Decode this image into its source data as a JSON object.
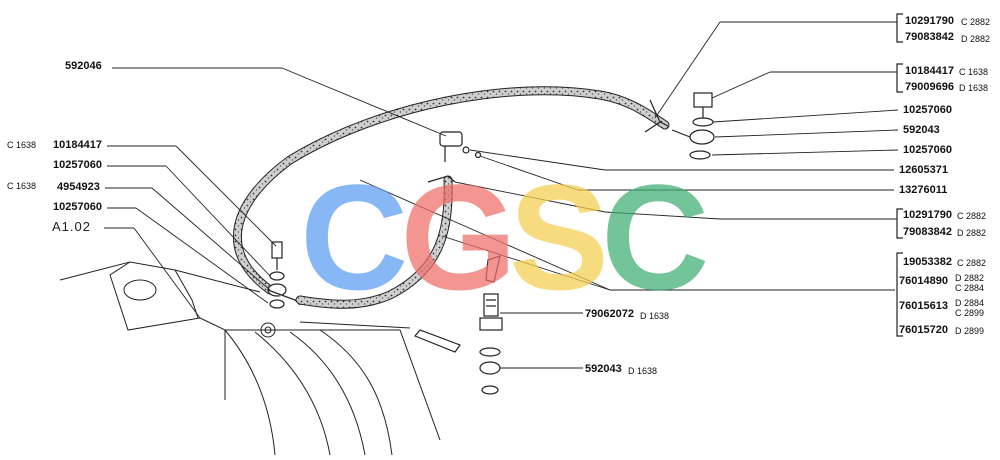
{
  "reference": "A1.02",
  "watermark": {
    "text": "CGSC",
    "colors": [
      "#5b9cf2",
      "#ef6f68",
      "#f5cf4e",
      "#3fae74"
    ]
  },
  "part_numbers": {
    "p_592046": "592046",
    "p_10184417_left": "10184417",
    "p_10257060_left_a": "10257060",
    "p_4954923": "4954923",
    "p_10257060_left_b": "10257060",
    "p_10291790_top": "10291790",
    "p_79083842_top": "79083842",
    "p_10184417_right": "10184417",
    "p_79009696": "79009696",
    "p_10257060_right_a": "10257060",
    "p_592043_right": "592043",
    "p_10257060_right_b": "10257060",
    "p_12605371": "12605371",
    "p_13276011": "13276011",
    "p_10291790_mid": "10291790",
    "p_79083842_mid": "79083842",
    "p_19053382": "19053382",
    "p_76014890": "76014890",
    "p_76015613": "76015613",
    "p_76015720": "76015720",
    "p_79062072": "79062072",
    "p_592043_bottom": "592043"
  },
  "codes": {
    "c1638_a": "C 1638",
    "c1638_b": "C 1638",
    "c2882_top": "C 2882",
    "d2882_top": "D 2882",
    "c1638_right": "C 1638",
    "d1638_right": "D 1638",
    "c2882_mid": "C 2882",
    "d2882_mid": "D 2882",
    "c2882_group": "C 2882",
    "d2882_group": "D 2882",
    "c2884_group": "C 2884",
    "d2884_group": "D 2884",
    "c2899_group": "C 2899",
    "d2899_group": "D 2899",
    "d1638_a": "D 1638",
    "d1638_b": "D 1638"
  }
}
